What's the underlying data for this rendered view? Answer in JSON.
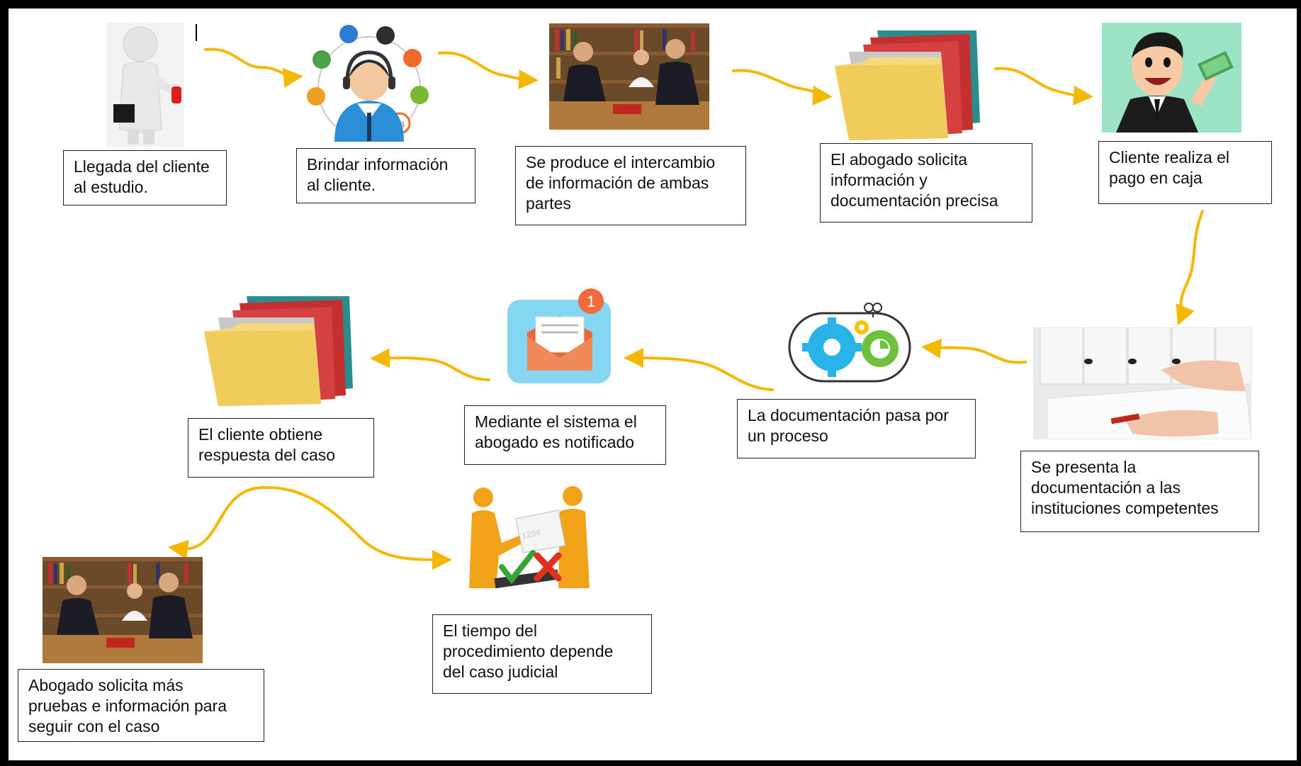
{
  "diagram": {
    "steps": [
      {
        "id": 1,
        "text": "Llegada del cliente\nal estudio.",
        "icon": "businessman-3d-icon"
      },
      {
        "id": 2,
        "text": "Brindar información\nal cliente.",
        "icon": "call-center-agent-icon"
      },
      {
        "id": 3,
        "text": "Se produce el intercambio\nde información de ambas\npartes",
        "icon": "lawyer-meeting-photo"
      },
      {
        "id": 4,
        "text": "El abogado solicita\ninformación y\ndocumentación precisa",
        "icon": "folders-icon"
      },
      {
        "id": 5,
        "text": "Cliente realiza el\npago en caja",
        "icon": "businessman-money-icon"
      },
      {
        "id": 6,
        "text": "Se presenta la\ndocumentación a las\ninstituciones competentes",
        "icon": "binders-documents-photo"
      },
      {
        "id": 7,
        "text": "La documentación pasa por\nun proceso",
        "icon": "gears-process-icon"
      },
      {
        "id": 8,
        "text": "Mediante el sistema el\nabogado es notificado",
        "icon": "email-notification-icon"
      },
      {
        "id": 9,
        "text": "El cliente obtiene\nrespuesta del caso",
        "icon": "folders-icon"
      },
      {
        "id": 10,
        "text": "El tiempo del\nprocedimiento depende\ndel caso judicial",
        "icon": "approval-check-icon"
      },
      {
        "id": 11,
        "text": "Abogado solicita más\npruebas e información para\nseguir con el caso",
        "icon": "lawyer-meeting-photo"
      }
    ],
    "notification_count": "1",
    "colors": {
      "arrow": "#f5b800",
      "frame": "#000000",
      "box_border": "#222222"
    }
  }
}
